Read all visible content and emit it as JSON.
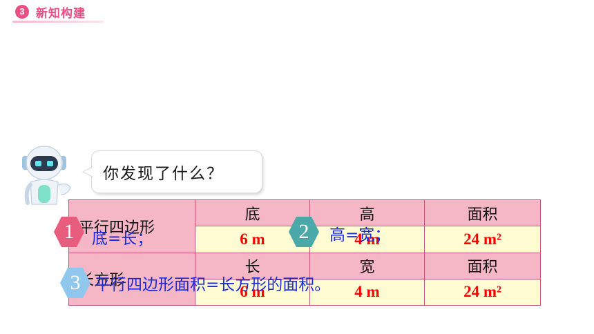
{
  "header": {
    "badge_number": "3",
    "title": "新知构建"
  },
  "bubble": {
    "text": "你发现了什么？"
  },
  "table": {
    "parallelogram": {
      "name": "平行四边形",
      "headers": [
        "底",
        "高",
        "面积"
      ],
      "values": [
        "6 m",
        "4 m",
        "24 m²"
      ]
    },
    "rectangle": {
      "name": "长方形",
      "headers": [
        "长",
        "宽",
        "面积"
      ],
      "values": [
        "6 m",
        "4 m",
        "24 m²"
      ]
    }
  },
  "findings": [
    {
      "number": "1",
      "text": "底=长；"
    },
    {
      "number": "2",
      "text": "高=宽；"
    },
    {
      "number": "3",
      "text": "平行四边形面积=长方形的面积。"
    }
  ],
  "colors": {
    "accent_pink": "#e94f83",
    "header_cell": "#f5b7c6",
    "value_cell": "#fffbd2",
    "value_text": "#ff0000",
    "note_text": "#1a2ad8"
  }
}
